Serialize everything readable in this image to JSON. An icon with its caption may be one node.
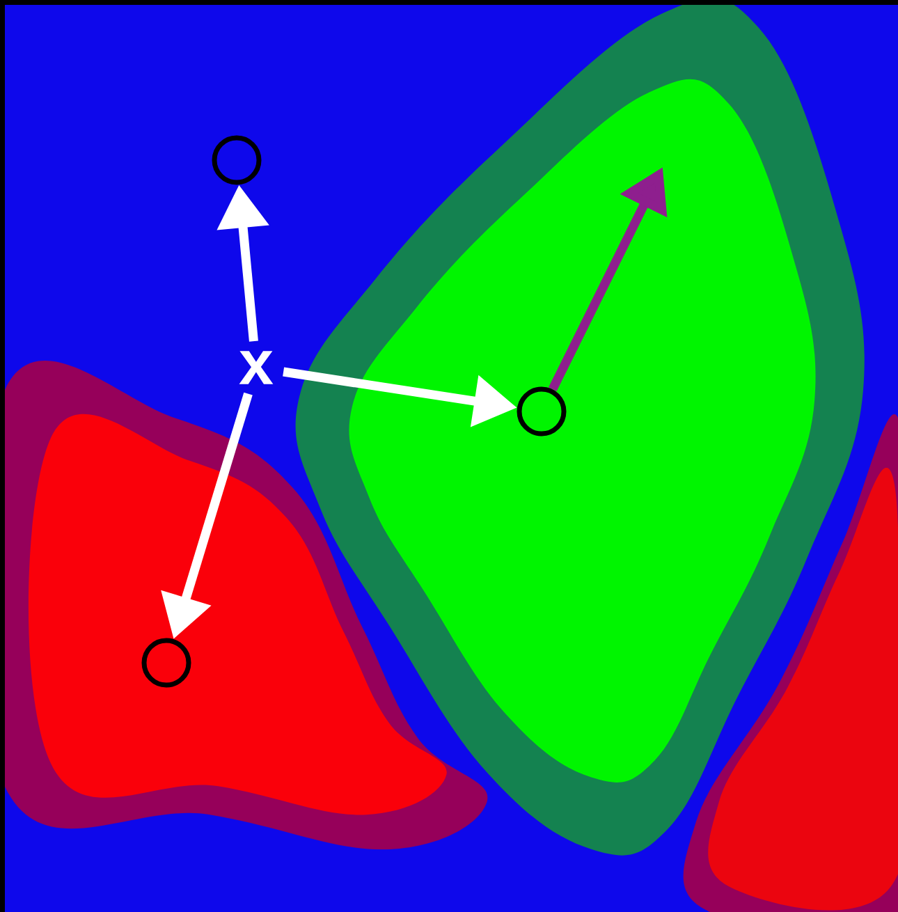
{
  "diagram": {
    "nodes": [
      {
        "text": [
          "x"
        ]
      },
      {
        "text": [],
        "shape": "circle"
      },
      {
        "text": [],
        "shape": "circle"
      },
      {
        "text": [],
        "shape": "circle"
      }
    ],
    "edges": [
      {
        "from": 0,
        "to": 1,
        "arrow": "to"
      },
      {
        "from": 0,
        "to": 2,
        "arrow": "to"
      },
      {
        "from": 0,
        "to": 3,
        "arrow": "to"
      },
      {
        "from": 2,
        "to": null,
        "arrow": "to",
        "color": "#8e1f8e"
      }
    ]
  }
}
